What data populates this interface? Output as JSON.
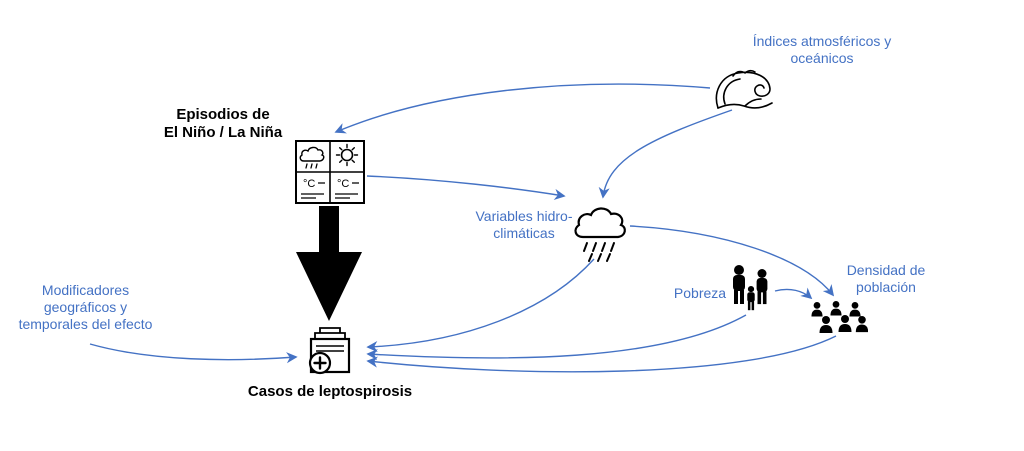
{
  "colors": {
    "accent": "#4472C4",
    "text": "#000000",
    "icon": "#000000",
    "background": "#FFFFFF"
  },
  "nodes": {
    "indices_atmosfericos": {
      "lines": [
        "Índices atmosféricos y",
        "oceánicos"
      ],
      "icon": "ocean-wave-icon"
    },
    "episodios_nino": {
      "lines": [
        "Episodios de",
        "El Niño / La Niña"
      ],
      "icon": "weather-panel-icon"
    },
    "variables_hidro": {
      "lines": [
        "Variables hidro-",
        "climáticas"
      ],
      "icon": "rain-cloud-icon"
    },
    "pobreza": {
      "lines": [
        "Pobreza"
      ],
      "icon": "family-icon"
    },
    "densidad_poblacion": {
      "lines": [
        "Densidad de",
        "población"
      ],
      "icon": "population-group-icon"
    },
    "modificadores": {
      "lines": [
        "Modificadores",
        "geográficos y",
        "temporales del efecto"
      ]
    },
    "casos_leptospirosis": {
      "lines": [
        "Casos de leptospirosis"
      ],
      "icon": "medical-records-icon"
    }
  },
  "edges": [
    {
      "from": "indices_atmosfericos",
      "to": "episodios_nino",
      "style": "curved-arrow"
    },
    {
      "from": "indices_atmosfericos",
      "to": "variables_hidro",
      "style": "curved-arrow"
    },
    {
      "from": "episodios_nino",
      "to": "variables_hidro",
      "style": "curved-arrow"
    },
    {
      "from": "episodios_nino",
      "to": "casos_leptospirosis",
      "style": "block-arrow"
    },
    {
      "from": "variables_hidro",
      "to": "casos_leptospirosis",
      "style": "curved-arrow"
    },
    {
      "from": "variables_hidro",
      "to": "densidad_poblacion",
      "style": "curved-arrow"
    },
    {
      "from": "pobreza",
      "to": "densidad_poblacion",
      "style": "curved-arrow"
    },
    {
      "from": "pobreza",
      "to": "casos_leptospirosis",
      "style": "curved-arrow"
    },
    {
      "from": "densidad_poblacion",
      "to": "casos_leptospirosis",
      "style": "curved-arrow"
    },
    {
      "from": "modificadores",
      "to": "casos_leptospirosis",
      "style": "curved-arrow"
    }
  ]
}
